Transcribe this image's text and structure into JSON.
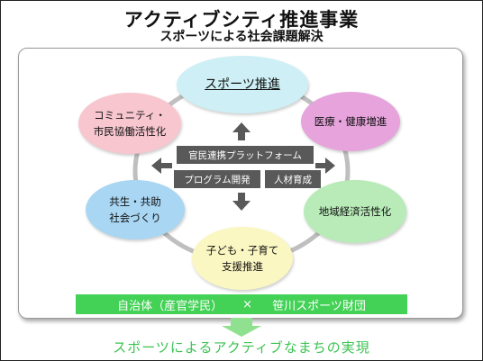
{
  "title": "アクティブシティ推進事業",
  "subtitle": "スポーツによる社会課題解決",
  "nodes": {
    "top": "スポーツ推進",
    "left_upper": "コミュニティ・\n市民協働活性化",
    "right_upper": "医療・健康増進",
    "left_lower": "共生・共助\n社会づくり",
    "right_lower": "地域経済活性化",
    "bottom": "子ども・子育て\n支援推進"
  },
  "center": {
    "platform": "官民連携プラットフォーム",
    "program": "プログラム開発",
    "talent": "人材育成"
  },
  "partnership": {
    "left": "自治体（産官学民）",
    "separator": "×",
    "right": "笹川スポーツ財団"
  },
  "outcome": "スポーツによるアクティブなまちの実現",
  "colors": {
    "top": "#cdeff5",
    "left_upper": "#f7c6cf",
    "right_upper": "#e6a3dc",
    "left_lower": "#a9d6f3",
    "right_lower": "#b8ebb8",
    "bottom": "#fbf7c2",
    "accent_green": "#43d156",
    "center_box": "#595959"
  }
}
